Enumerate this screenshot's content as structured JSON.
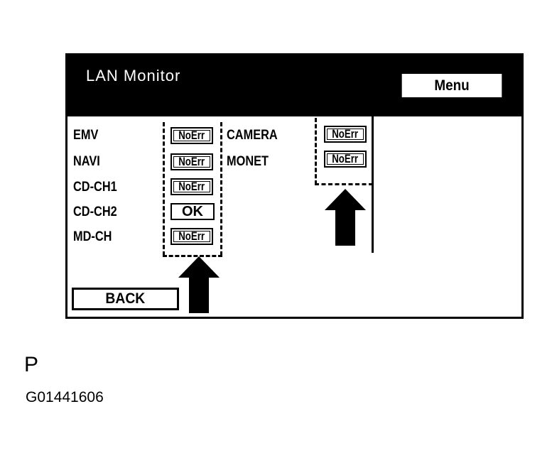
{
  "screen": {
    "title": "LAN Monitor",
    "menu_label": "Menu",
    "back_label": "BACK",
    "left_column": [
      {
        "name": "EMV",
        "status": "NoErr"
      },
      {
        "name": "NAVI",
        "status": "NoErr"
      },
      {
        "name": "CD-CH1",
        "status": "NoErr"
      },
      {
        "name": "CD-CH2",
        "status": "OK"
      },
      {
        "name": "MD-CH",
        "status": "NoErr"
      }
    ],
    "right_column": [
      {
        "name": "CAMERA",
        "status": "NoErr"
      },
      {
        "name": "MONET",
        "status": "NoErr"
      }
    ]
  },
  "caption": {
    "letter": "P",
    "figure_id": "G01441606"
  },
  "icons": {
    "arrows": [
      "arrow-up-icon",
      "arrow-up-icon"
    ]
  }
}
